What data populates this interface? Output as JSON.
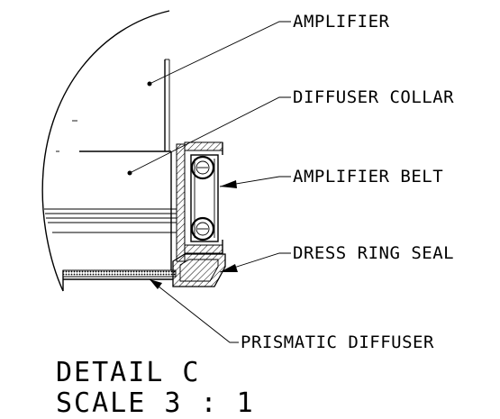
{
  "drawing": {
    "labels": {
      "amplifier": "AMPLIFIER",
      "diffuser_collar": "DIFFUSER COLLAR",
      "amplifier_belt": "AMPLIFIER BELT",
      "dress_ring_seal": "DRESS RING SEAL",
      "prismatic_diffuser": "PRISMATIC DIFFUSER"
    },
    "detail_title": "DETAIL C",
    "scale_text": "SCALE 3 : 1"
  }
}
